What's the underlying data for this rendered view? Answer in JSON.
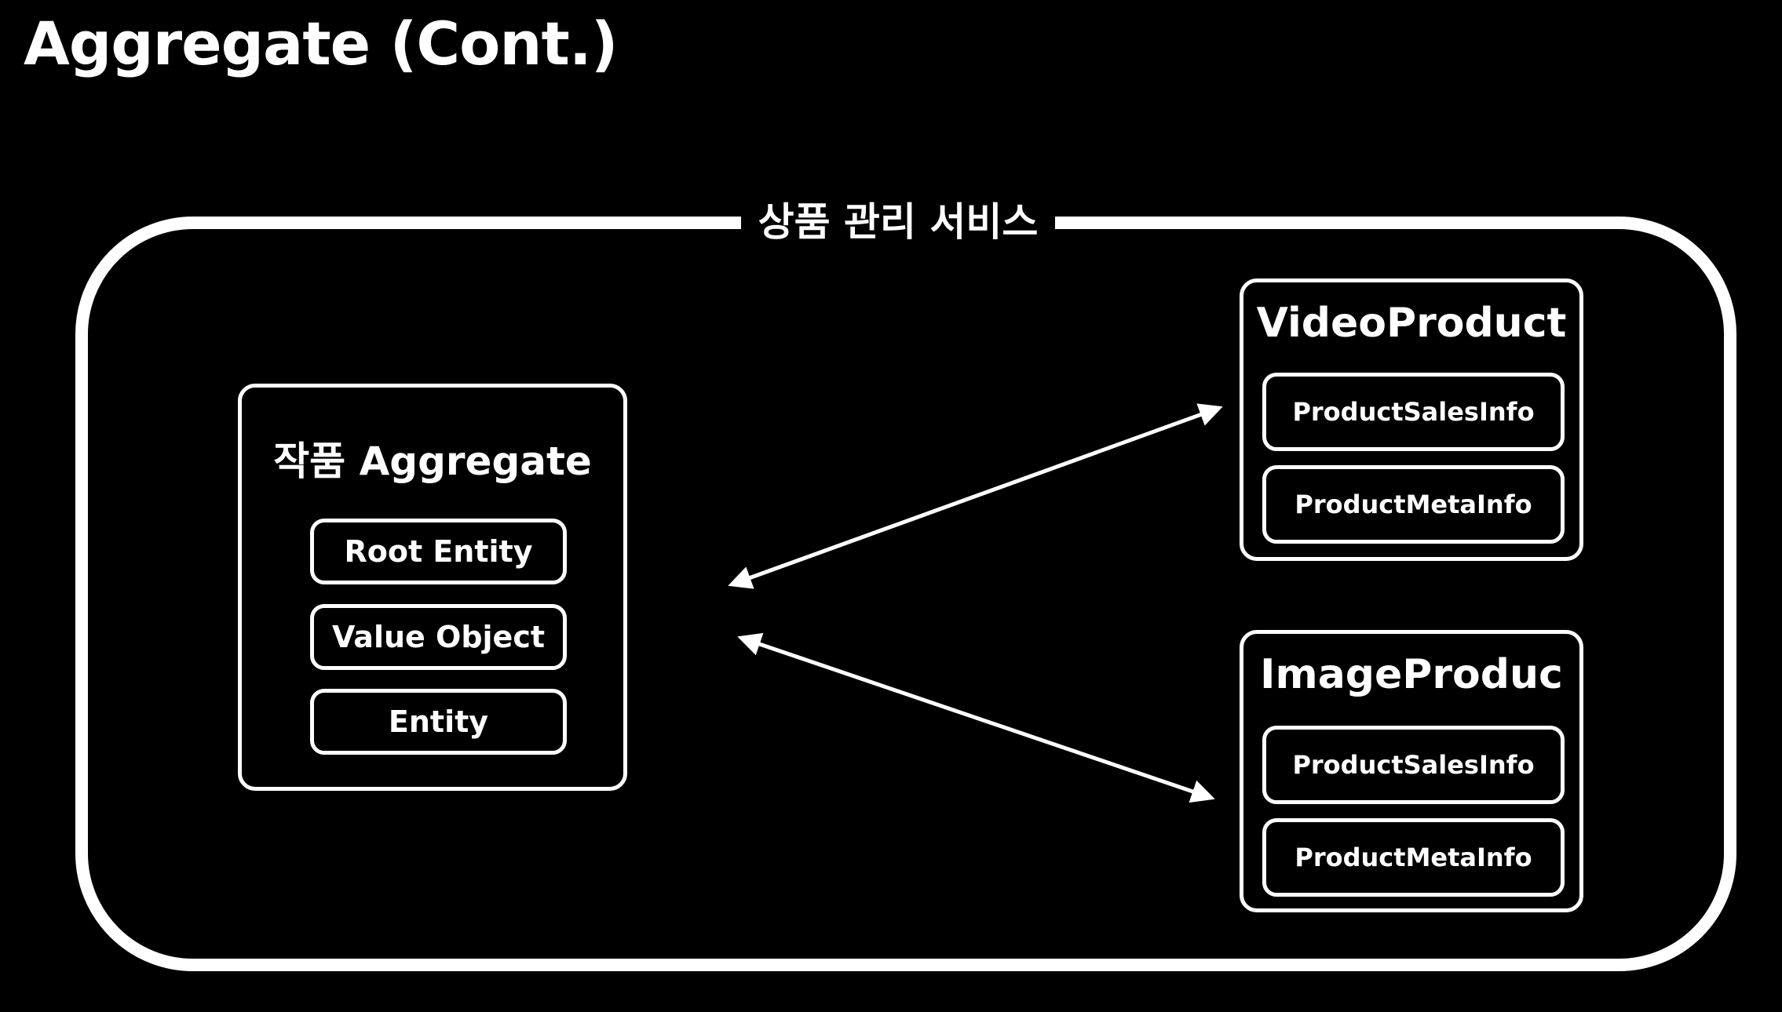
{
  "slide": {
    "title": "Aggregate (Cont.)"
  },
  "service": {
    "label": "상품 관리 서비스"
  },
  "aggregate": {
    "title": "작품 Aggregate",
    "items": [
      "Root Entity",
      "Value Object",
      "Entity"
    ]
  },
  "products": [
    {
      "title": "VideoProduct",
      "items": [
        "ProductSalesInfo",
        "ProductMetaInfo"
      ]
    },
    {
      "title": "ImageProduc",
      "items": [
        "ProductSalesInfo",
        "ProductMetaInfo"
      ]
    }
  ],
  "colors": {
    "background": "#000000",
    "foreground": "#ffffff"
  }
}
